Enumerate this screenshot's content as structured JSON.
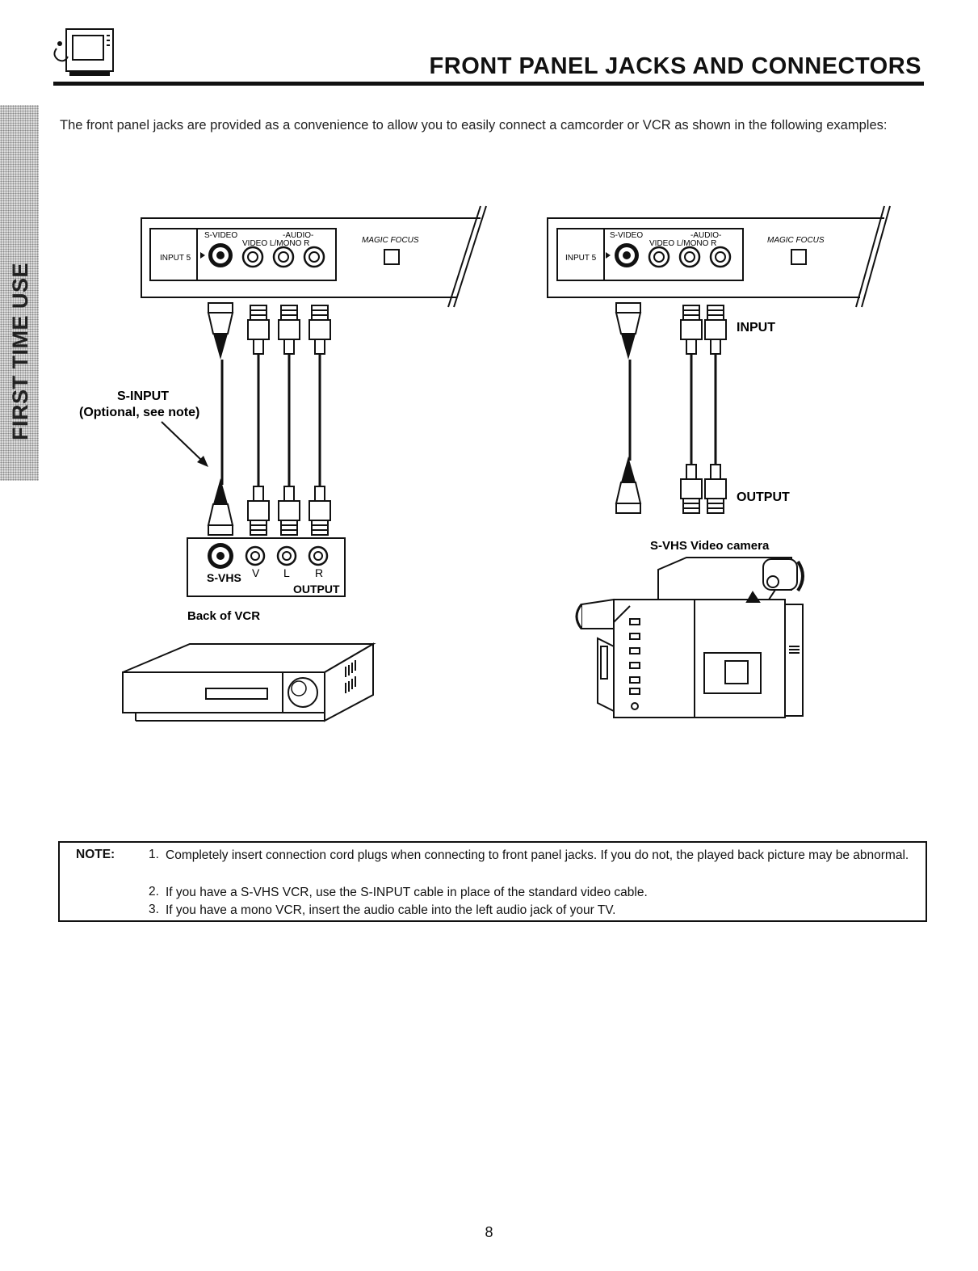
{
  "header": {
    "title": "FRONT PANEL JACKS AND CONNECTORS"
  },
  "side_tab": {
    "label": "FIRST TIME USE"
  },
  "intro": "The front panel jacks are provided as a convenience to allow you to easily connect a camcorder or VCR as shown in the following examples:",
  "diagram": {
    "panel": {
      "svideo": "S-VIDEO",
      "audio": "-AUDIO-",
      "video_lmono_r": "VIDEO L/MONO   R",
      "input": "INPUT 5",
      "magic_focus": "MAGIC FOCUS"
    },
    "vcr": {
      "s_input": "S-INPUT",
      "s_input_note": "(Optional, see note)",
      "svhs": "S-VHS",
      "v": "V",
      "l": "L",
      "r": "R",
      "output": "OUTPUT",
      "back_of_vcr": "Back of VCR"
    },
    "camera": {
      "input": "INPUT",
      "output": "OUTPUT",
      "label": "S-VHS Video camera"
    }
  },
  "note": {
    "label": "NOTE:",
    "items": [
      {
        "num": "1.",
        "text": "Completely insert connection cord plugs when connecting to front panel jacks.  If you do not, the played back picture may be abnormal."
      },
      {
        "num": "2.",
        "text": "If you have a S-VHS VCR, use the S-INPUT cable in place of the standard video cable."
      },
      {
        "num": "3.",
        "text": "If you have a mono VCR, insert the audio cable into the left audio jack of your TV."
      }
    ]
  },
  "page_number": "8"
}
